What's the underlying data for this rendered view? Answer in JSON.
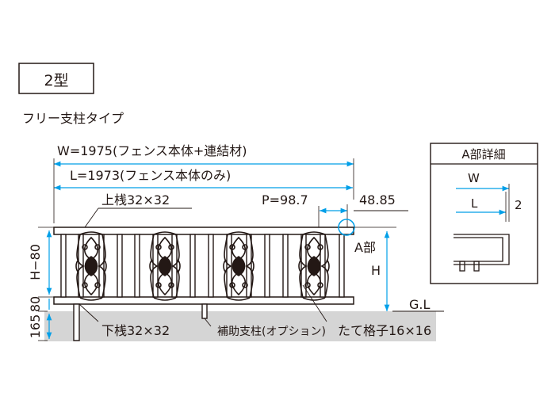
{
  "header": {
    "type_badge": "2型",
    "subtitle": "フリー支柱タイプ"
  },
  "dimensions": {
    "w_total": "W=1975(フェンス本体+連結材)",
    "l_total": "L=1973(フェンス本体のみ)",
    "pitch": "P=98.7",
    "end_gap": "48.85",
    "rail_height": "H−80",
    "bottom_height": "80",
    "ground_depth": "165"
  },
  "labels": {
    "upper_rail": "上桟32×32",
    "lower_rail": "下桟32×32",
    "aux_post": "補助支柱(オプション)",
    "vertical_bars": "たて格子16×16",
    "detail_ref": "A部",
    "height": "H",
    "ground_line": "G.L"
  },
  "detail": {
    "title": "A部詳細",
    "w": "W",
    "l": "L",
    "gap": "2"
  },
  "colors": {
    "line": "#231815",
    "ground": "#d5d5d5",
    "detail_callout": "#009fe8"
  }
}
